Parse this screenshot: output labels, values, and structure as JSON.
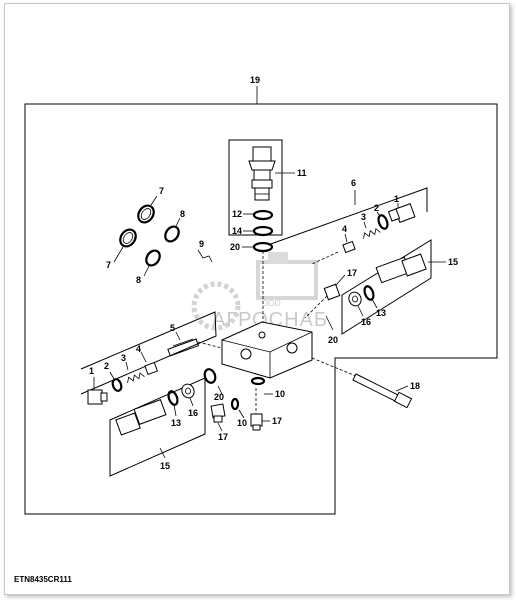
{
  "diagram": {
    "code": "ETN8435CR111",
    "watermark": {
      "brand": "АГРОСНАБ",
      "prefix": "ООО"
    },
    "callouts": {
      "c19": "19",
      "c11": "11",
      "c12": "12",
      "c14": "14",
      "c20a": "20",
      "c9": "9",
      "c6": "6",
      "c1a": "1",
      "c2a": "2",
      "c3a": "3",
      "c4a": "4",
      "c7a": "7",
      "c8a": "8",
      "c7b": "7",
      "c8b": "8",
      "c15a": "15",
      "c17a": "17",
      "c16a": "16",
      "c13a": "13",
      "c20b": "20",
      "c5": "5",
      "c1b": "1",
      "c2b": "2",
      "c3b": "3",
      "c4b": "4",
      "c13b": "13",
      "c16b": "16",
      "c20c": "20",
      "c10a": "10",
      "c10b": "10",
      "c17b": "17",
      "c17c": "17",
      "c15b": "15",
      "c18": "18"
    }
  }
}
